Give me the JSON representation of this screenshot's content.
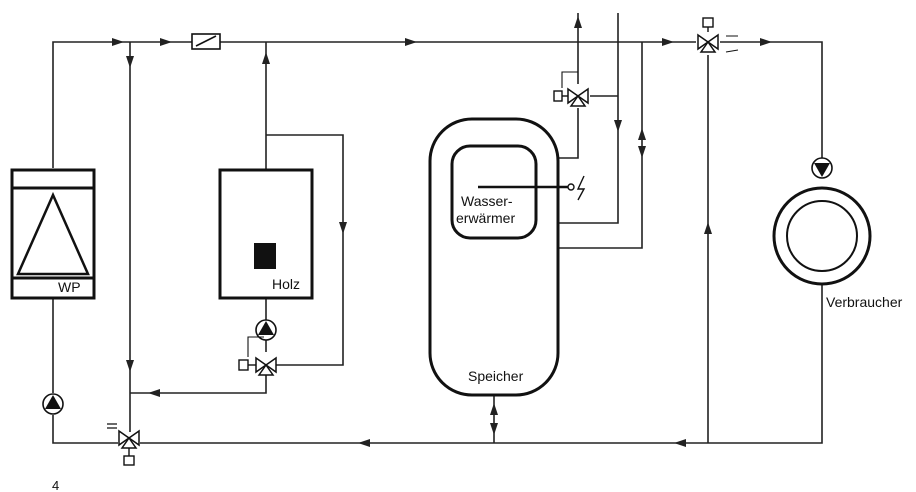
{
  "figure_number": "4",
  "labels": {
    "heat_pump": "WP",
    "wood_boiler": "Holz",
    "water_heater_line1": "Wasser-",
    "water_heater_line2": "erwärmer",
    "storage_tank": "Speicher",
    "consumer": "Verbraucher"
  },
  "icons": {
    "pump": "pump-icon",
    "three_way_valve": "three-way-valve-icon",
    "check_valve": "check-valve-icon",
    "electric_heater": "lightning-icon"
  }
}
